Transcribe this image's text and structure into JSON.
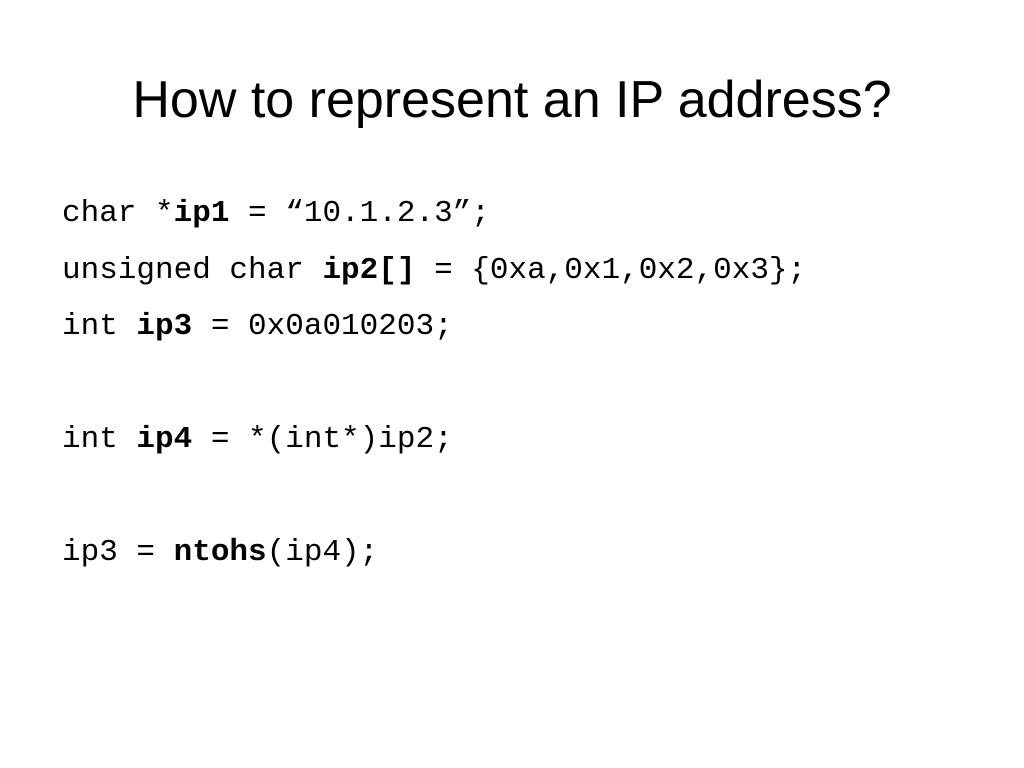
{
  "slide": {
    "title": "How to represent an IP address?",
    "lines": [
      {
        "pre": "char *",
        "bold": "ip1",
        "post": " = “10.1.2.3”;"
      },
      {
        "pre": "unsigned char ",
        "bold": "ip2[]",
        "post": " = {0xa,0x1,0x2,0x3};"
      },
      {
        "pre": "int ",
        "bold": "ip3",
        "post": " = 0x0a010203;"
      },
      {
        "pre": "",
        "bold": "",
        "post": ""
      },
      {
        "pre": "int ",
        "bold": "ip4",
        "post": " = *(int*)ip2;"
      },
      {
        "pre": "",
        "bold": "",
        "post": ""
      },
      {
        "pre": "ip3 = ",
        "bold": "ntohs",
        "post": "(ip4);"
      }
    ]
  }
}
